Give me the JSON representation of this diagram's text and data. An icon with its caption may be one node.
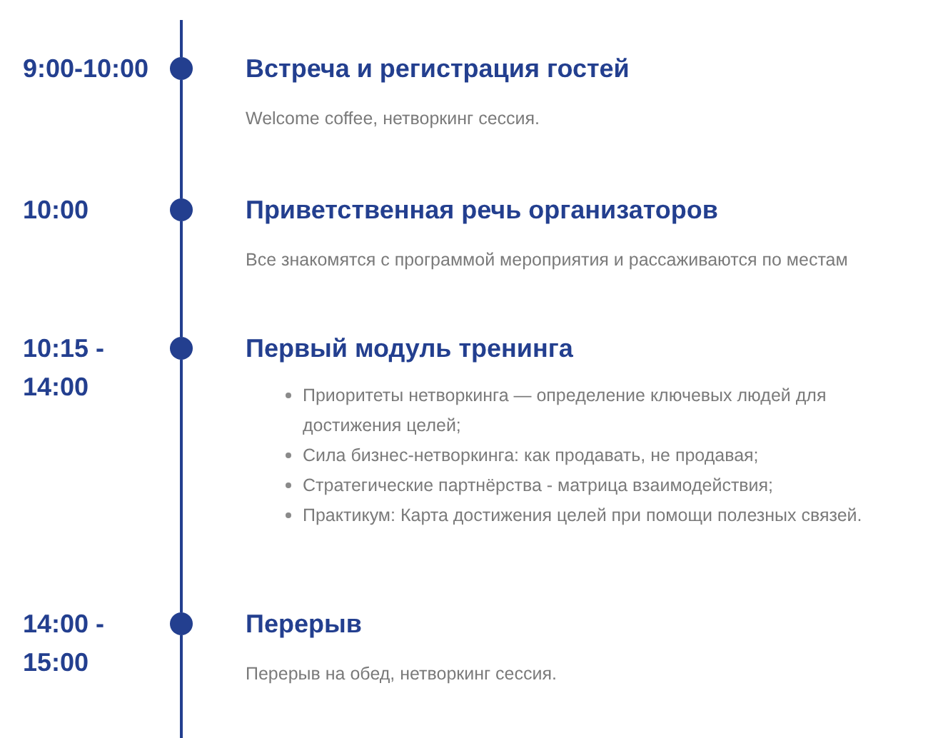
{
  "diagram": {
    "nodes": [
      {
        "text": [],
        "shape": "circle",
        "beside": [
          "9:00-10:00",
          "Встреча и регистрация гостей",
          "Welcome coffee, нетворкинг сессия."
        ]
      },
      {
        "text": [],
        "shape": "circle",
        "beside": [
          "10:00",
          "Приветственная речь организаторов",
          "Все знакомятся с программой мероприятия и рассаживаются по местам"
        ]
      },
      {
        "text": [],
        "shape": "circle",
        "beside": [
          "10:15 - 14:00",
          "Первый модуль тренинга",
          "Приоритеты нетворкинга — определение ключевых людей для достижения целей;",
          "Сила бизнес-нетворкинга: как продавать, не продавая;",
          "Стратегические партнёрства - матрица взаимодействия;",
          "Практикум: Карта достижения целей при помощи полезных связей."
        ]
      },
      {
        "text": [],
        "shape": "circle",
        "beside": [
          "14:00 - 15:00",
          "Перерыв",
          "Перерыв на обед, нетворкинг сессия."
        ]
      }
    ],
    "edges": [
      {
        "from": null,
        "to": 0,
        "arrow": "none"
      },
      {
        "from": 0,
        "to": 1,
        "arrow": "none"
      },
      {
        "from": 1,
        "to": 2,
        "arrow": "none"
      },
      {
        "from": 2,
        "to": 3,
        "arrow": "none"
      },
      {
        "from": 3,
        "to": null,
        "arrow": "none"
      }
    ]
  }
}
